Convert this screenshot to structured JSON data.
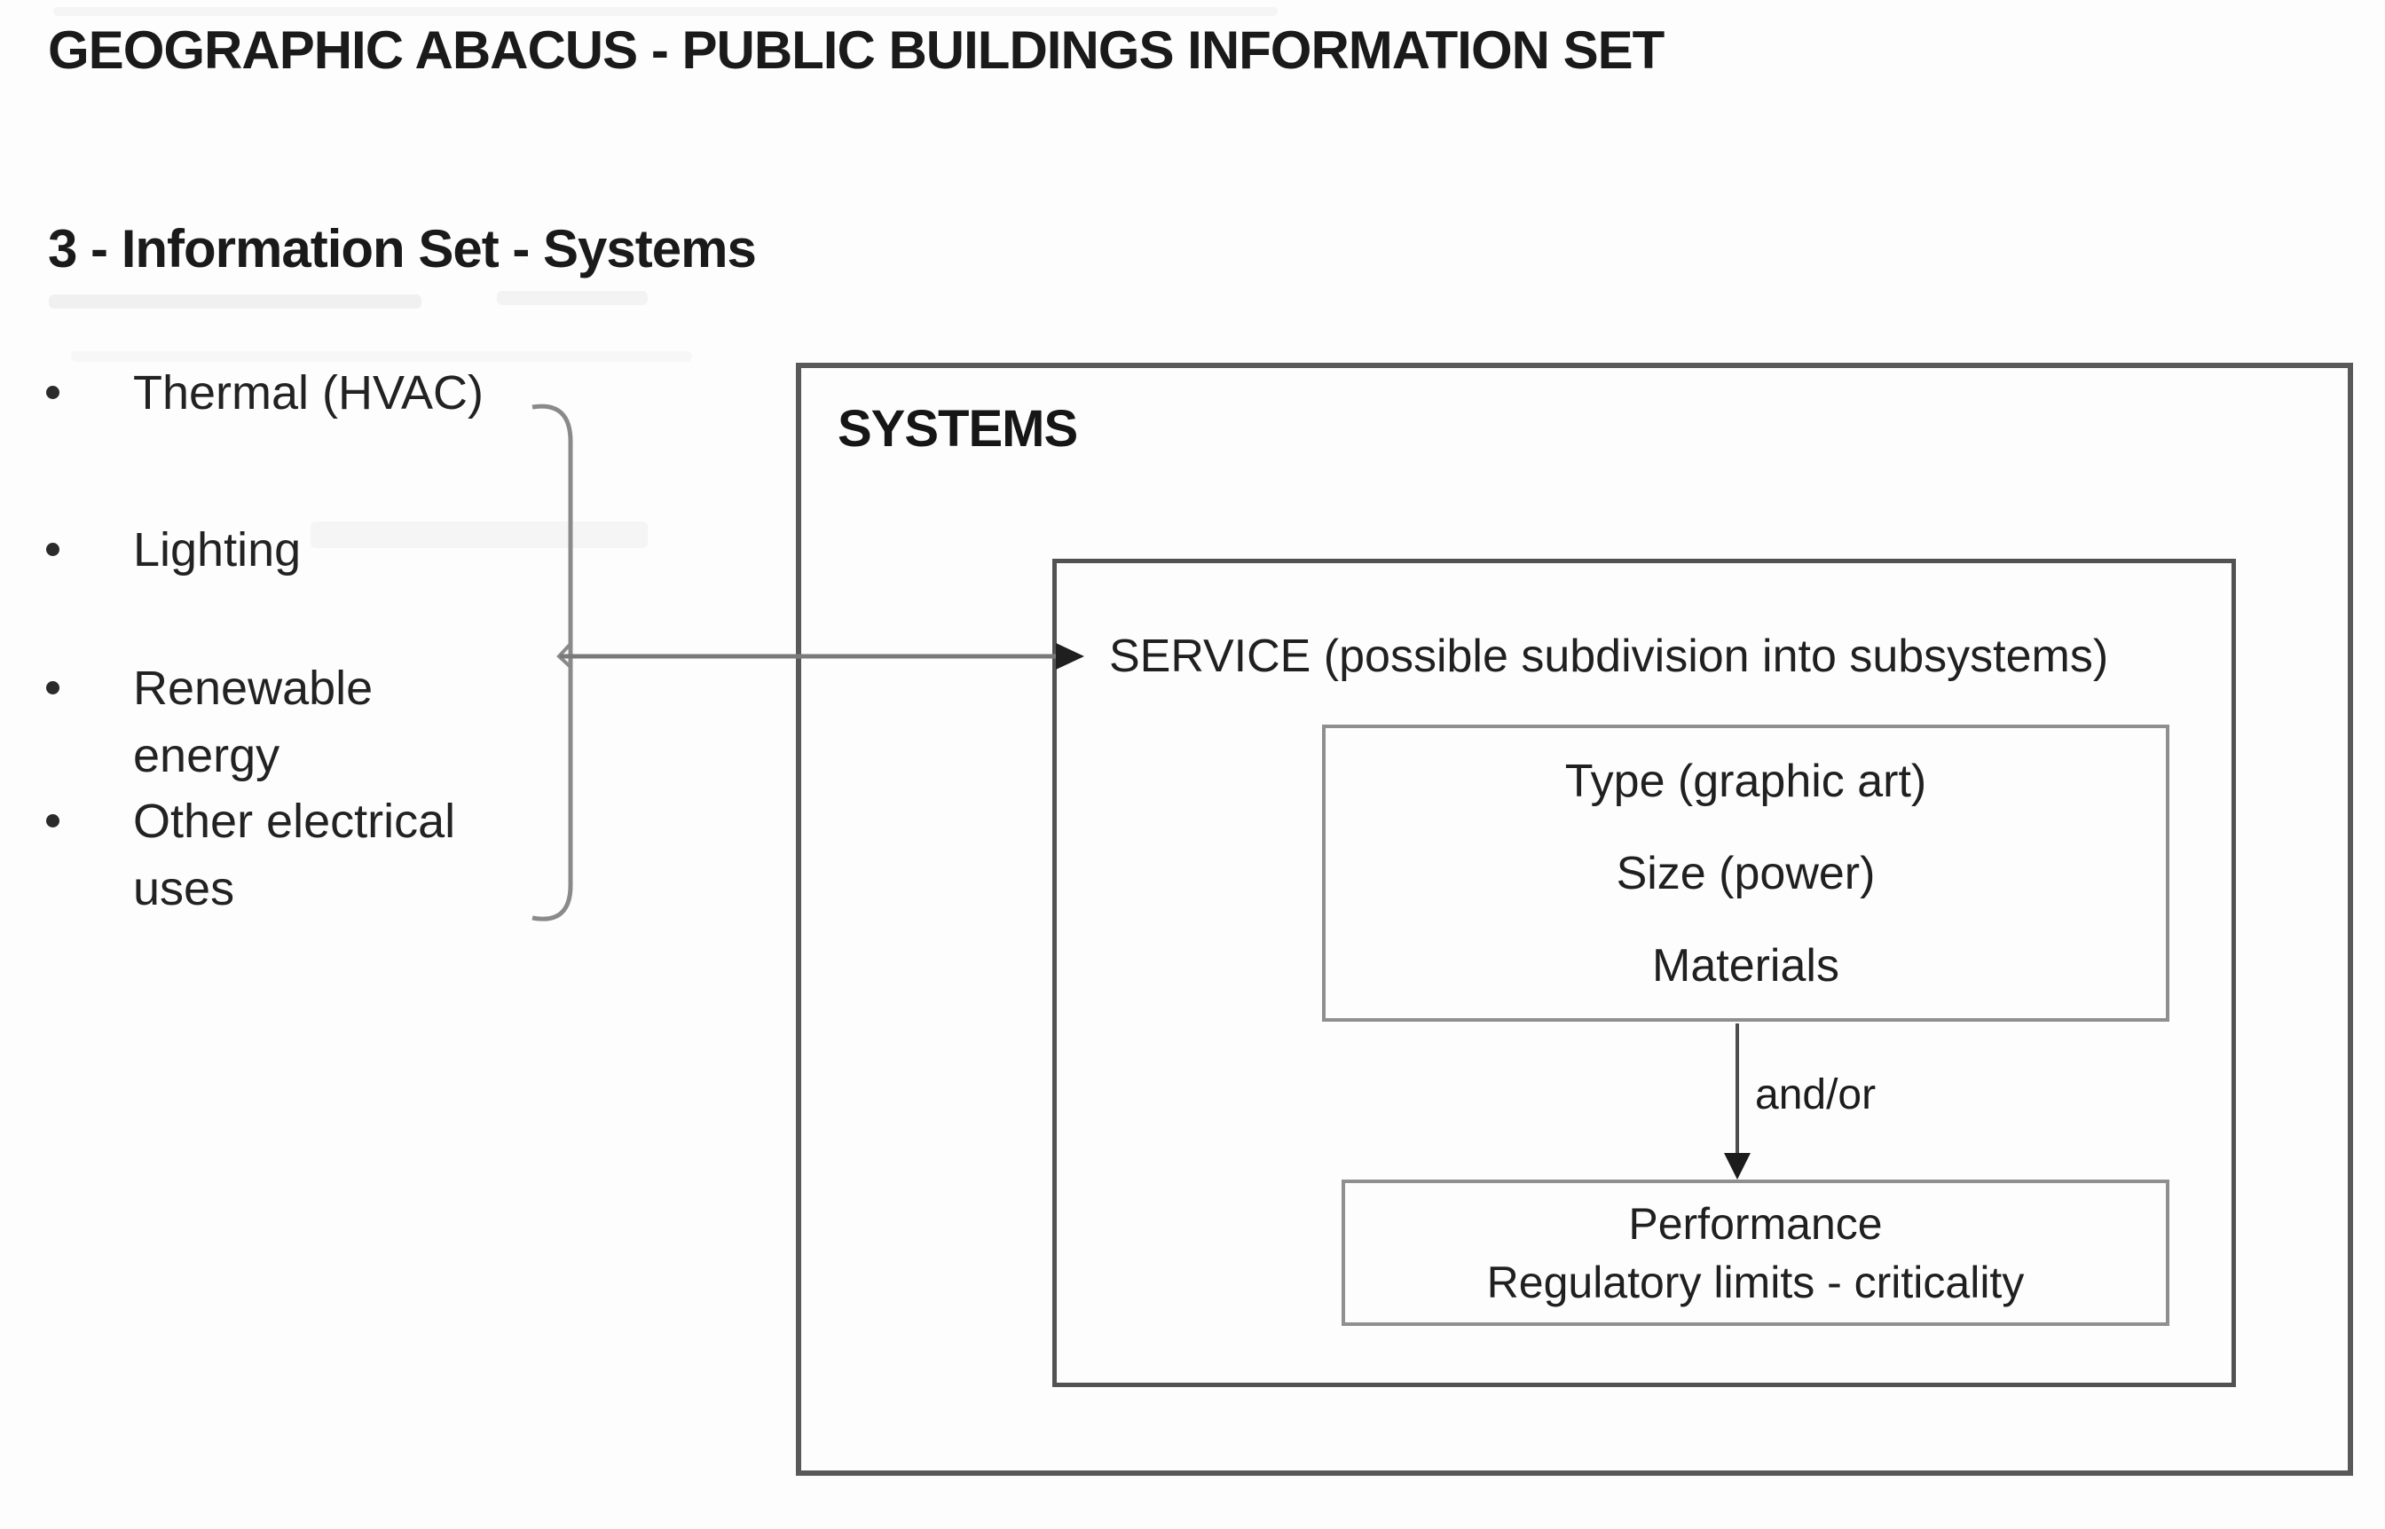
{
  "page": {
    "title": "GEOGRAPHIC ABACUS - PUBLIC BUILDINGS INFORMATION SET",
    "section_heading": "3 - Information Set - Systems"
  },
  "bullets": {
    "items": [
      {
        "lines": [
          "Thermal (HVAC)",
          ""
        ]
      },
      {
        "lines": [
          "Lighting",
          ""
        ]
      },
      {
        "lines": [
          "Renewable",
          "energy"
        ]
      },
      {
        "lines": [
          "Other electrical",
          "uses"
        ]
      }
    ]
  },
  "diagram": {
    "outer_box_label": "SYSTEMS",
    "service_line": "SERVICE (possible subdivision into subsystems)",
    "spec_box_lines": [
      "Type (graphic art)",
      "Size (power)",
      "Materials"
    ],
    "connector_label": "and/or",
    "performance_box_lines": [
      "Performance",
      "Regulatory limits - criticality"
    ]
  },
  "colors": {
    "text": "#1c1c1c",
    "outer_inner_border": "#565656",
    "small_box_border": "#8f8f8f",
    "bracket_line": "#8a8a8a",
    "connector_line": "#7a7a7a",
    "arrowhead": "#1f1f1f",
    "background": "#fdfdfd"
  }
}
